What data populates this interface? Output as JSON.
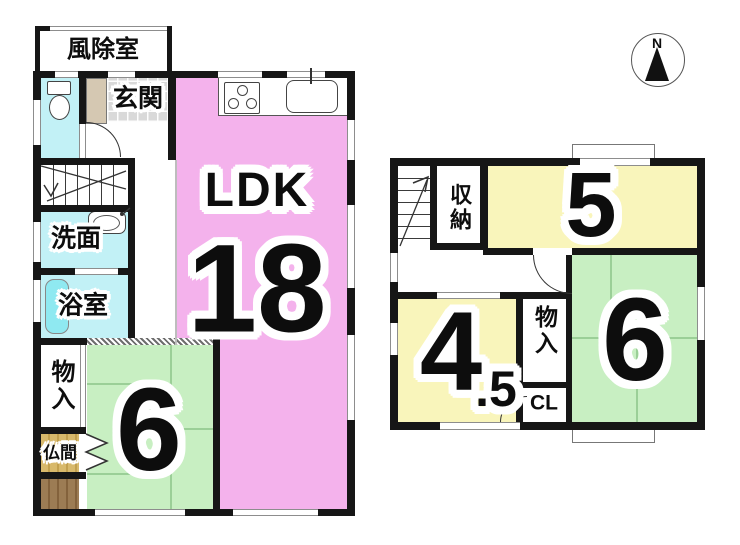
{
  "compass": {
    "north": "N"
  },
  "floor1": {
    "windbreak": "風除室",
    "entrance": "玄関",
    "ldk_label": "LDK",
    "ldk_size": "18",
    "washroom": "洗面",
    "bathroom": "浴室",
    "storage": "物入",
    "altar_room": "仏間",
    "tatami_size": "6"
  },
  "floor2": {
    "shuno": "収納",
    "room5_size": "5",
    "storage": "物入",
    "closet": "CL",
    "room45_main": "4",
    "room45_frac": ".5",
    "tatami_size": "6"
  },
  "colors": {
    "ldk_pink": "#f4b2ec",
    "tatami_green": "#c8efc2",
    "water_cyan": "#c2f1f6",
    "room_yellow": "#f9f5bb",
    "altar_tan": "#d8b96b",
    "porch_brown": "#9c7c54",
    "cabinet_beige": "#d5c8b2",
    "wall_black": "#161616"
  }
}
